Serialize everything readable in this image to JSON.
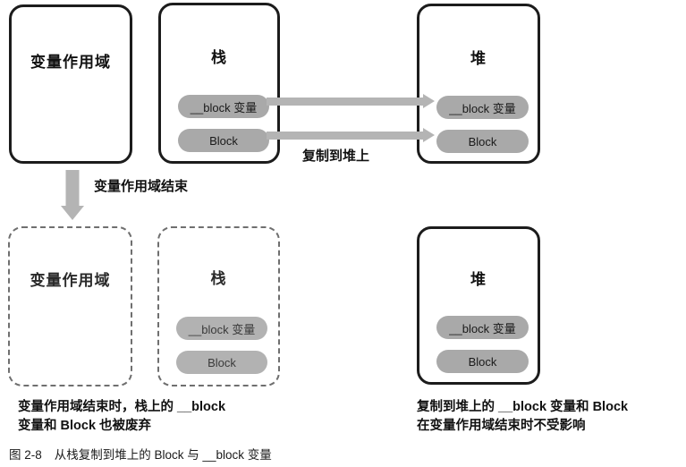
{
  "figure": {
    "caption_label": "图 2-8",
    "caption_text": "从栈复制到堆上的 Block 与 __block 变量"
  },
  "top_row": {
    "scope_box": {
      "title": "变量作用域"
    },
    "stack_box": {
      "title": "栈",
      "items": [
        {
          "label": "__block 变量"
        },
        {
          "label": "Block"
        }
      ]
    },
    "heap_box": {
      "title": "堆",
      "items": [
        {
          "label": "__block 变量"
        },
        {
          "label": "Block"
        }
      ]
    },
    "copy_arrow_label": "复制到堆上"
  },
  "transition": {
    "arrow_label": "变量作用域结束"
  },
  "bottom_row": {
    "scope_box": {
      "title": "变量作用域"
    },
    "stack_box": {
      "title": "栈",
      "items": [
        {
          "label": "__block 变量"
        },
        {
          "label": "Block"
        }
      ]
    },
    "heap_box": {
      "title": "堆",
      "items": [
        {
          "label": "__block 变量"
        },
        {
          "label": "Block"
        }
      ]
    },
    "left_note_line1": "变量作用域结束时，栈上的 __block",
    "left_note_line2": "变量和 Block 也被废弃",
    "right_note_line1": "复制到堆上的 __block 变量和 Block",
    "right_note_line2": "在变量作用域结束时不受影响"
  },
  "colors": {
    "box_border": "#1c1c1c",
    "dashed_border": "#6f6f6f",
    "pill_fill": "#a9a9a9",
    "arrow_fill": "#b4b4b4",
    "text": "#111111"
  }
}
